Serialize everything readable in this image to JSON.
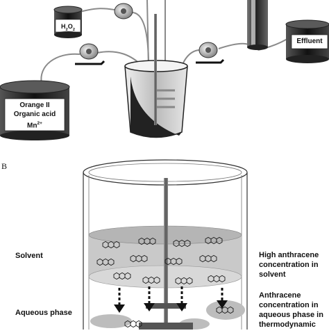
{
  "panel_b": {
    "letter": "B"
  },
  "panel_a": {
    "reagent_tank": {
      "line1": "Orange II",
      "line2": "Organic acid",
      "line3_base": "Mn",
      "line3_sup": "2+"
    },
    "h2o2_tank": {
      "base": "H",
      "sub1": "2",
      "mid": "O",
      "sub2": "2"
    },
    "effluent_tank": {
      "label": "Effluent"
    }
  },
  "panel_b_labels": {
    "solvent": "Solvent",
    "aqueous": "Aqueous phase",
    "right1": [
      "High anthracene",
      "concentration in",
      "solvent"
    ],
    "right2": [
      "Anthracene",
      "concentration in",
      "aqueous phase in",
      "thermodynamic"
    ]
  },
  "colors": {
    "tank_dark": "#222222",
    "tank_light": "#d9d9d9",
    "solvent_layer": "#c9c9c9",
    "ellipse": "#bdbdbd"
  }
}
